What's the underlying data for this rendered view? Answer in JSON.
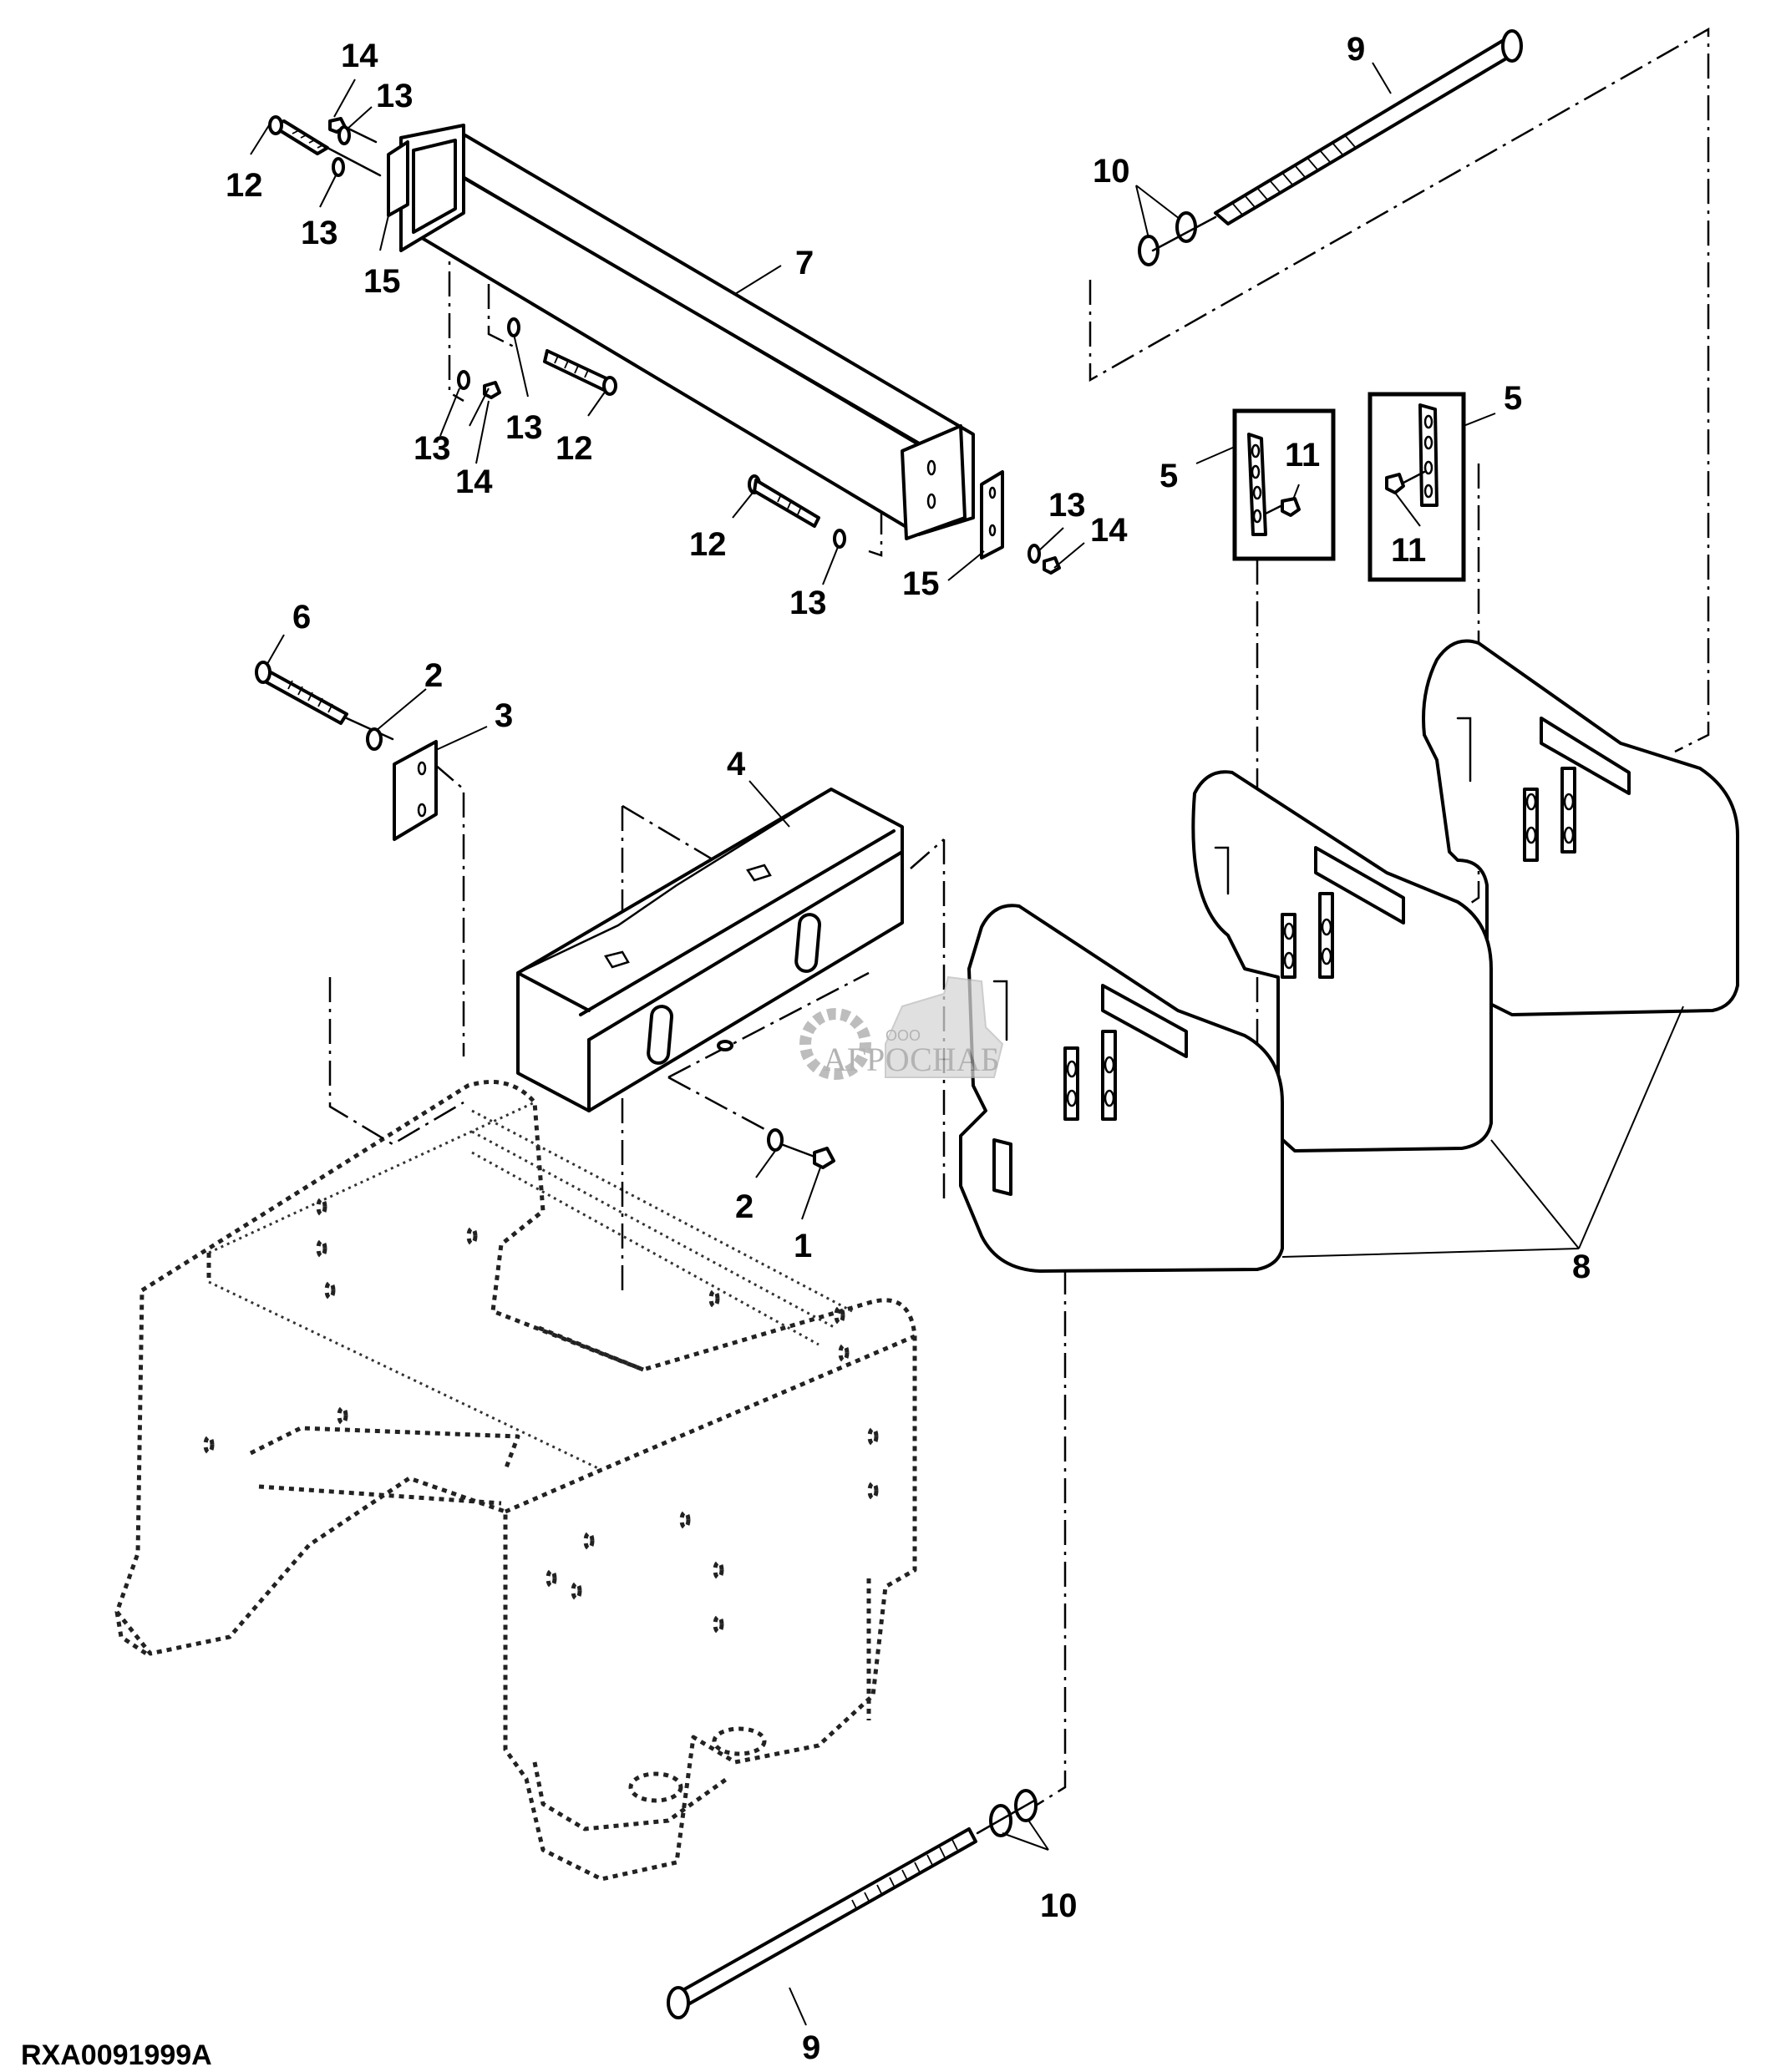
{
  "figure": {
    "id": "RXA0091999A",
    "type": "exploded parts diagram",
    "subject": "front suitcase weights and weight bracket assembly"
  },
  "callouts": {
    "c1": "1",
    "c2a": "2",
    "c2b": "2",
    "c3": "3",
    "c4": "4",
    "c5a": "5",
    "c5b": "5",
    "c6": "6",
    "c7": "7",
    "c8": "8",
    "c9top": "9",
    "c9bottom": "9",
    "c10top": "10",
    "c10bottom": "10",
    "c11a": "11",
    "c11b": "11",
    "c12a": "12",
    "c12b": "12",
    "c12c": "12",
    "c13a": "13",
    "c13b": "13",
    "c13c": "13",
    "c13d": "13",
    "c13e": "13",
    "c13f": "13",
    "c14a": "14",
    "c14b": "14",
    "c14c": "14",
    "c15a": "15",
    "c15b": "15"
  },
  "parts_referenced": [
    "1",
    "2",
    "3",
    "4",
    "5",
    "6",
    "7",
    "8",
    "9",
    "10",
    "11",
    "12",
    "13",
    "14",
    "15"
  ],
  "watermark": {
    "prefix": "ООО",
    "name": "АГРОСНАБ"
  }
}
